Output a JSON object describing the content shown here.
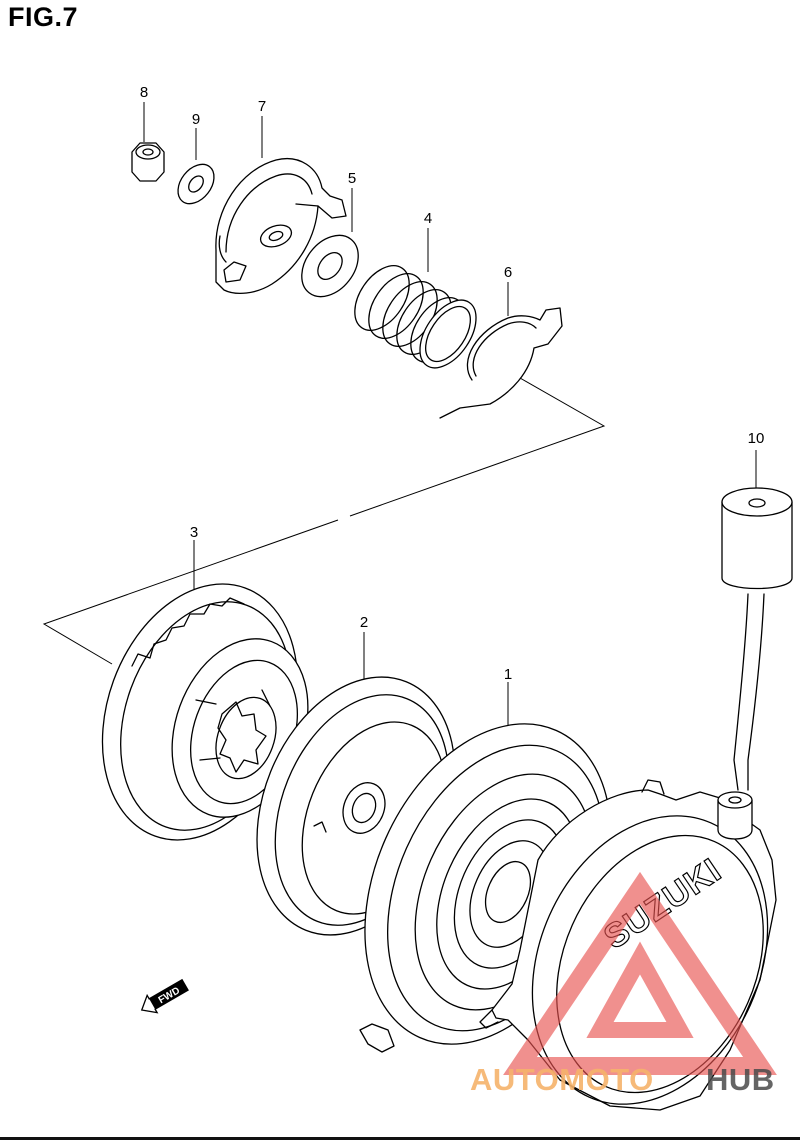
{
  "figure": {
    "title": "FIG.7"
  },
  "callouts": [
    "1",
    "2",
    "3",
    "4",
    "5",
    "6",
    "7",
    "8",
    "9",
    "10"
  ],
  "embossed_brand": "SUZUKI",
  "direction_badge": "FWD",
  "watermark": {
    "text_part1": "AUTOMOTO",
    "text_part2": "HUB",
    "colors": {
      "triangle": "#e8524f",
      "text_part1": "#f5b36a",
      "text_part2": "#4a4a4a"
    }
  }
}
